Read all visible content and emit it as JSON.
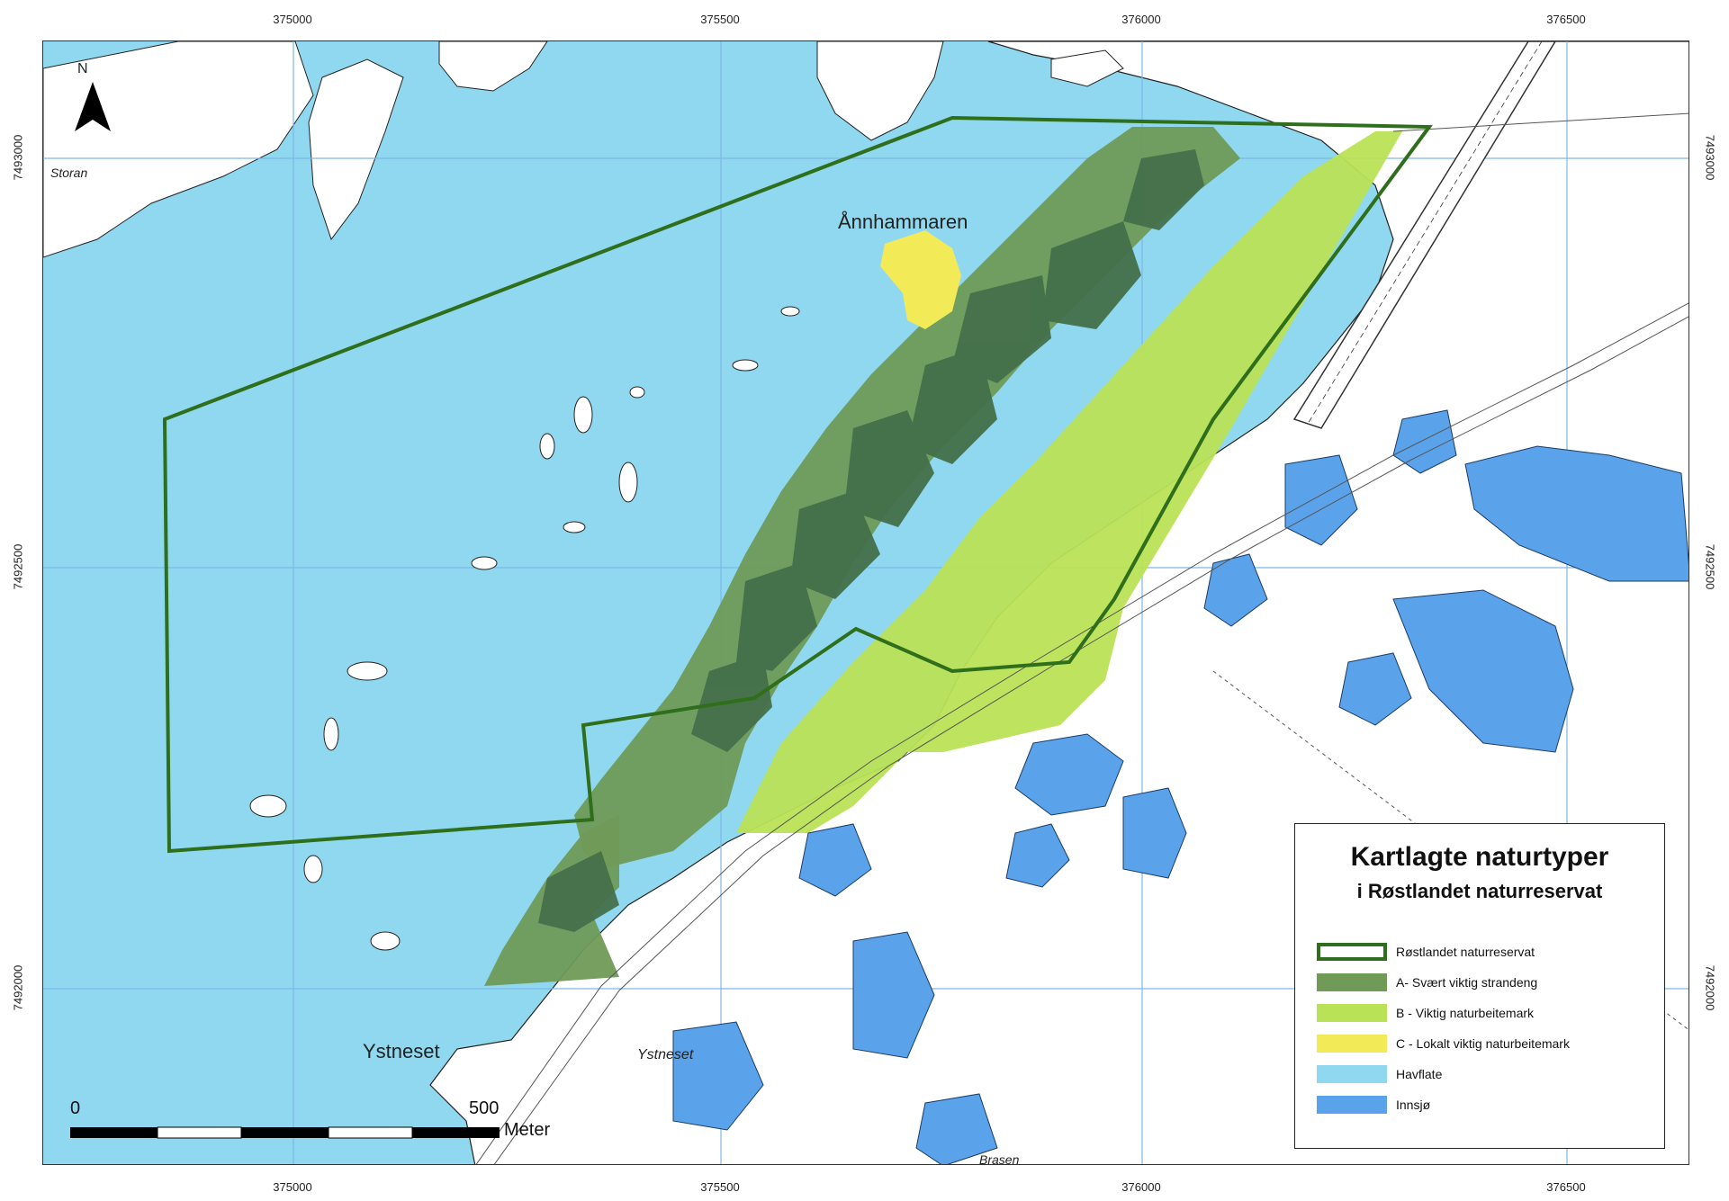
{
  "coords": {
    "top": [
      "375000",
      "375500",
      "376000",
      "376500"
    ],
    "bottom": [
      "375000",
      "375500",
      "376000",
      "376500"
    ],
    "left": [
      "7493000",
      "7492500",
      "7492000"
    ],
    "right": [
      "7493000",
      "7492500",
      "7492000"
    ]
  },
  "place_names": {
    "annhammaren": "Ånnhammaren",
    "ystneset": "Ystneset",
    "ystneset_small": "Ystneset",
    "brasen": "Brasen",
    "storan": "Storan"
  },
  "legend": {
    "title": "Kartlagte naturtyper",
    "subtitle": "i Røstlandet naturreservat",
    "items": [
      {
        "label": "Røstlandet naturreservat",
        "color": "#ffffff",
        "border": "#2f6e1a"
      },
      {
        "label": "A- Svært viktig strandeng",
        "color": "#6f9a57",
        "border": "#6f9a57"
      },
      {
        "label": "B - Viktig naturbeitemark",
        "color": "#b9e256",
        "border": "#b9e256"
      },
      {
        "label": "C - Lokalt viktig naturbeitemark",
        "color": "#f2ea57",
        "border": "#f2ea57"
      },
      {
        "label": "Havflate",
        "color": "#8fd8ef",
        "border": "#8fd8ef"
      },
      {
        "label": "Innsjø",
        "color": "#5aa3ea",
        "border": "#5aa3ea"
      }
    ]
  },
  "scalebar": {
    "start": "0",
    "end": "500",
    "unit": "Meter"
  },
  "north_arrow": {
    "label": "N",
    "icon": "north-arrow-icon"
  },
  "colors": {
    "sea": "#8fd8ef",
    "lake": "#5aa3ea",
    "land": "#ffffff",
    "zone_a": "#5d8c4a",
    "zone_a_dark": "#44704a",
    "zone_b": "#b9e256",
    "zone_c": "#f2ea57",
    "boundary": "#2f6e1a",
    "grid": "#7fb7e6"
  }
}
